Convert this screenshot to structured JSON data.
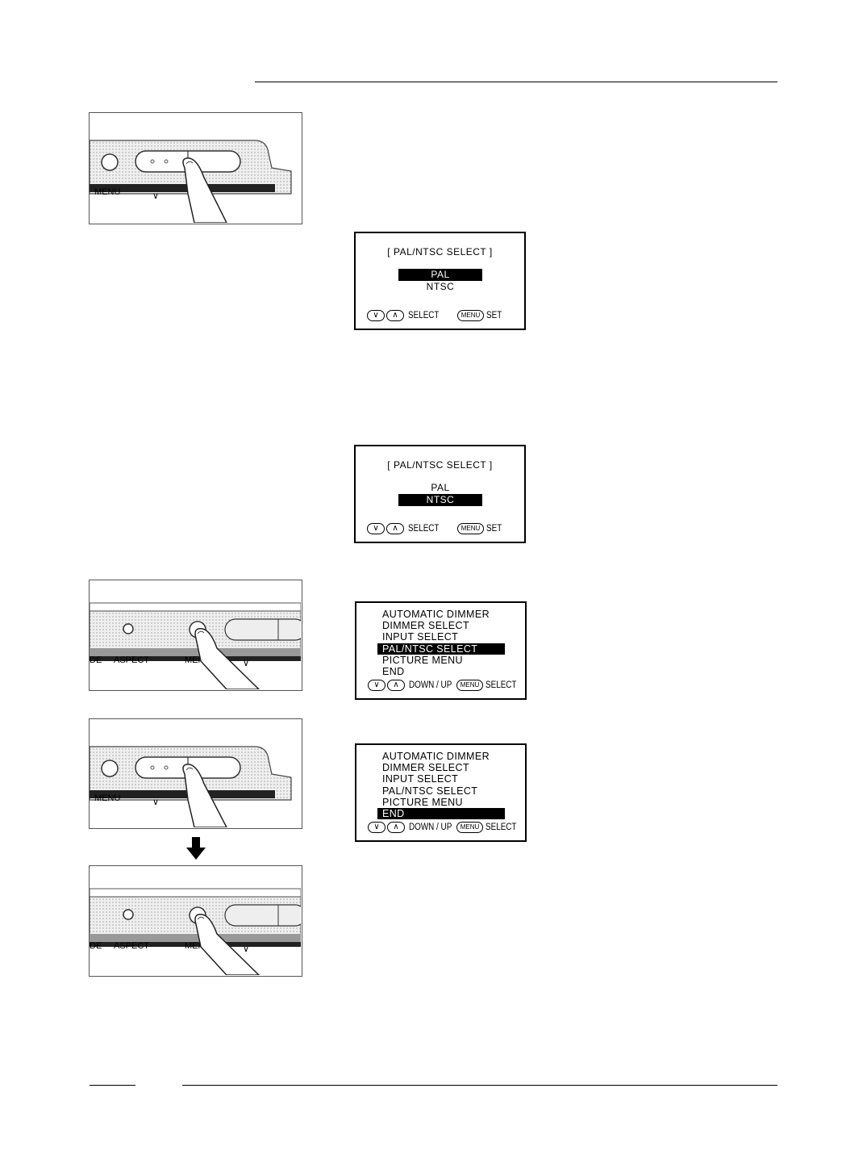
{
  "illustrations": {
    "panel_a": {
      "labels": [
        "MENU",
        "∨"
      ]
    },
    "panel_b": {
      "labels": [
        "DE",
        "ASPECT",
        "MEN",
        "∨"
      ]
    }
  },
  "osd1": {
    "title": "[ PAL/NTSC SELECT ]",
    "options": [
      "PAL",
      "NTSC"
    ],
    "selected": "PAL",
    "footer": {
      "down_key": "∨",
      "up_key": "∧",
      "select_label": "SELECT",
      "menu_key": "MENU",
      "set_label": "SET"
    }
  },
  "osd2": {
    "title": "[ PAL/NTSC SELECT ]",
    "options": [
      "PAL",
      "NTSC"
    ],
    "selected": "NTSC",
    "footer": {
      "down_key": "∨",
      "up_key": "∧",
      "select_label": "SELECT",
      "menu_key": "MENU",
      "set_label": "SET"
    }
  },
  "menu1": {
    "items": [
      "AUTOMATIC DIMMER",
      "DIMMER SELECT",
      "INPUT SELECT",
      "PAL/NTSC SELECT",
      "PICTURE MENU",
      "END"
    ],
    "selected": "PAL/NTSC SELECT",
    "footer": {
      "down_key": "∨",
      "up_key": "∧",
      "nav_label": "DOWN / UP",
      "menu_key": "MENU",
      "select_label": "SELECT"
    }
  },
  "menu2": {
    "items": [
      "AUTOMATIC DIMMER",
      "DIMMER SELECT",
      "INPUT SELECT",
      "PAL/NTSC SELECT",
      "PICTURE MENU",
      "END"
    ],
    "selected": "END",
    "footer": {
      "down_key": "∨",
      "up_key": "∧",
      "nav_label": "DOWN / UP",
      "menu_key": "MENU",
      "select_label": "SELECT"
    }
  },
  "icons": {
    "step_arrow": "down-arrow-icon"
  }
}
